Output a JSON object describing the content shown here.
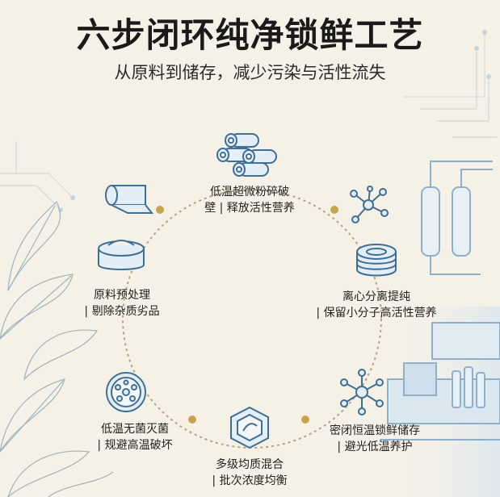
{
  "header": {
    "title": "六步闭环纯净锁鲜工艺",
    "subtitle": "从原料到储存，减少污染与活性流失"
  },
  "steps": [
    {
      "line1": "低温超微粉碎破",
      "line2": "壁 | 释放活性营养"
    },
    {
      "line1": "离心分离提纯",
      "line2": "| 保留小分子高活性营养"
    },
    {
      "line1": "密闭恒温锁鲜储存",
      "line2": "| 避光低温养护"
    },
    {
      "line1": "多级均质混合",
      "line2": "| 批次浓度均衡"
    },
    {
      "line1": "低温无菌灭菌",
      "line2": "| 规避高温破坏"
    },
    {
      "line1": "原料预处理",
      "line2": "| 剔除杂质劣品"
    }
  ],
  "icons": [
    "rolls-icon",
    "molecule-icon",
    "filter-disc-icon",
    "network-icon",
    "hexagon-shield-icon",
    "petri-dish-icon",
    "sieve-bowl-icon",
    "roller-icon"
  ],
  "colors": {
    "background": "#f6f1e6",
    "ring": "#b9a27a",
    "dot": "#c9a44e",
    "icon_stroke": "#3f6f95",
    "icon_fill": "#e4eef6"
  }
}
